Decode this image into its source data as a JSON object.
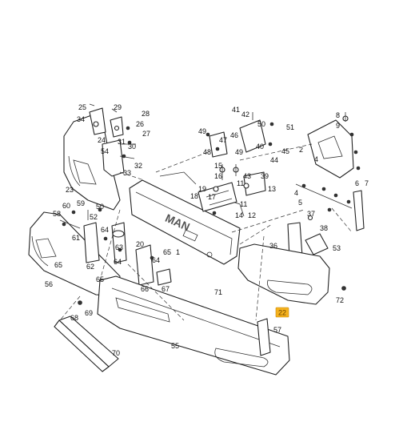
{
  "highlight": {
    "label": "22",
    "color": "#f5b21e"
  },
  "callouts": {
    "c1": "1",
    "c2": "2",
    "c4a": "4",
    "c4b": "4",
    "c5": "5",
    "c6": "6",
    "c7": "7",
    "c8": "8",
    "c9": "9",
    "c11": "11",
    "c12": "12",
    "c13": "13",
    "c14": "14",
    "c15": "15",
    "c16": "16",
    "c17": "17",
    "c18": "18",
    "c19": "19",
    "c20": "20",
    "c23": "23",
    "c24": "24",
    "c25": "25",
    "c26": "26",
    "c27": "27",
    "c28": "28",
    "c29": "29",
    "c30": "30",
    "c31": "31",
    "c32": "32",
    "c33": "33",
    "c34": "34",
    "c36": "36",
    "c37": "37",
    "c38": "38",
    "c39": "39",
    "c40": "40",
    "c41": "41",
    "c42": "42",
    "c43": "43",
    "c44": "44",
    "c45": "45",
    "c46": "46",
    "c47": "47",
    "c48": "48",
    "c49a": "49",
    "c49b": "49",
    "c50": "50",
    "c51": "51",
    "c52": "52",
    "c53": "53",
    "c54": "54",
    "c55": "55",
    "c56": "56",
    "c57": "57",
    "c58": "58",
    "c59": "59",
    "c60": "60",
    "c61": "61",
    "c62": "62",
    "c63": "63",
    "c64a": "64",
    "c64b": "64",
    "c64c": "64",
    "c65a": "65",
    "c65b": "65",
    "c65c": "65",
    "c66": "66",
    "c67": "67",
    "c68": "68",
    "c69": "69",
    "c70": "70",
    "c71": "71",
    "c72": "72"
  },
  "logo_text": "MAN"
}
